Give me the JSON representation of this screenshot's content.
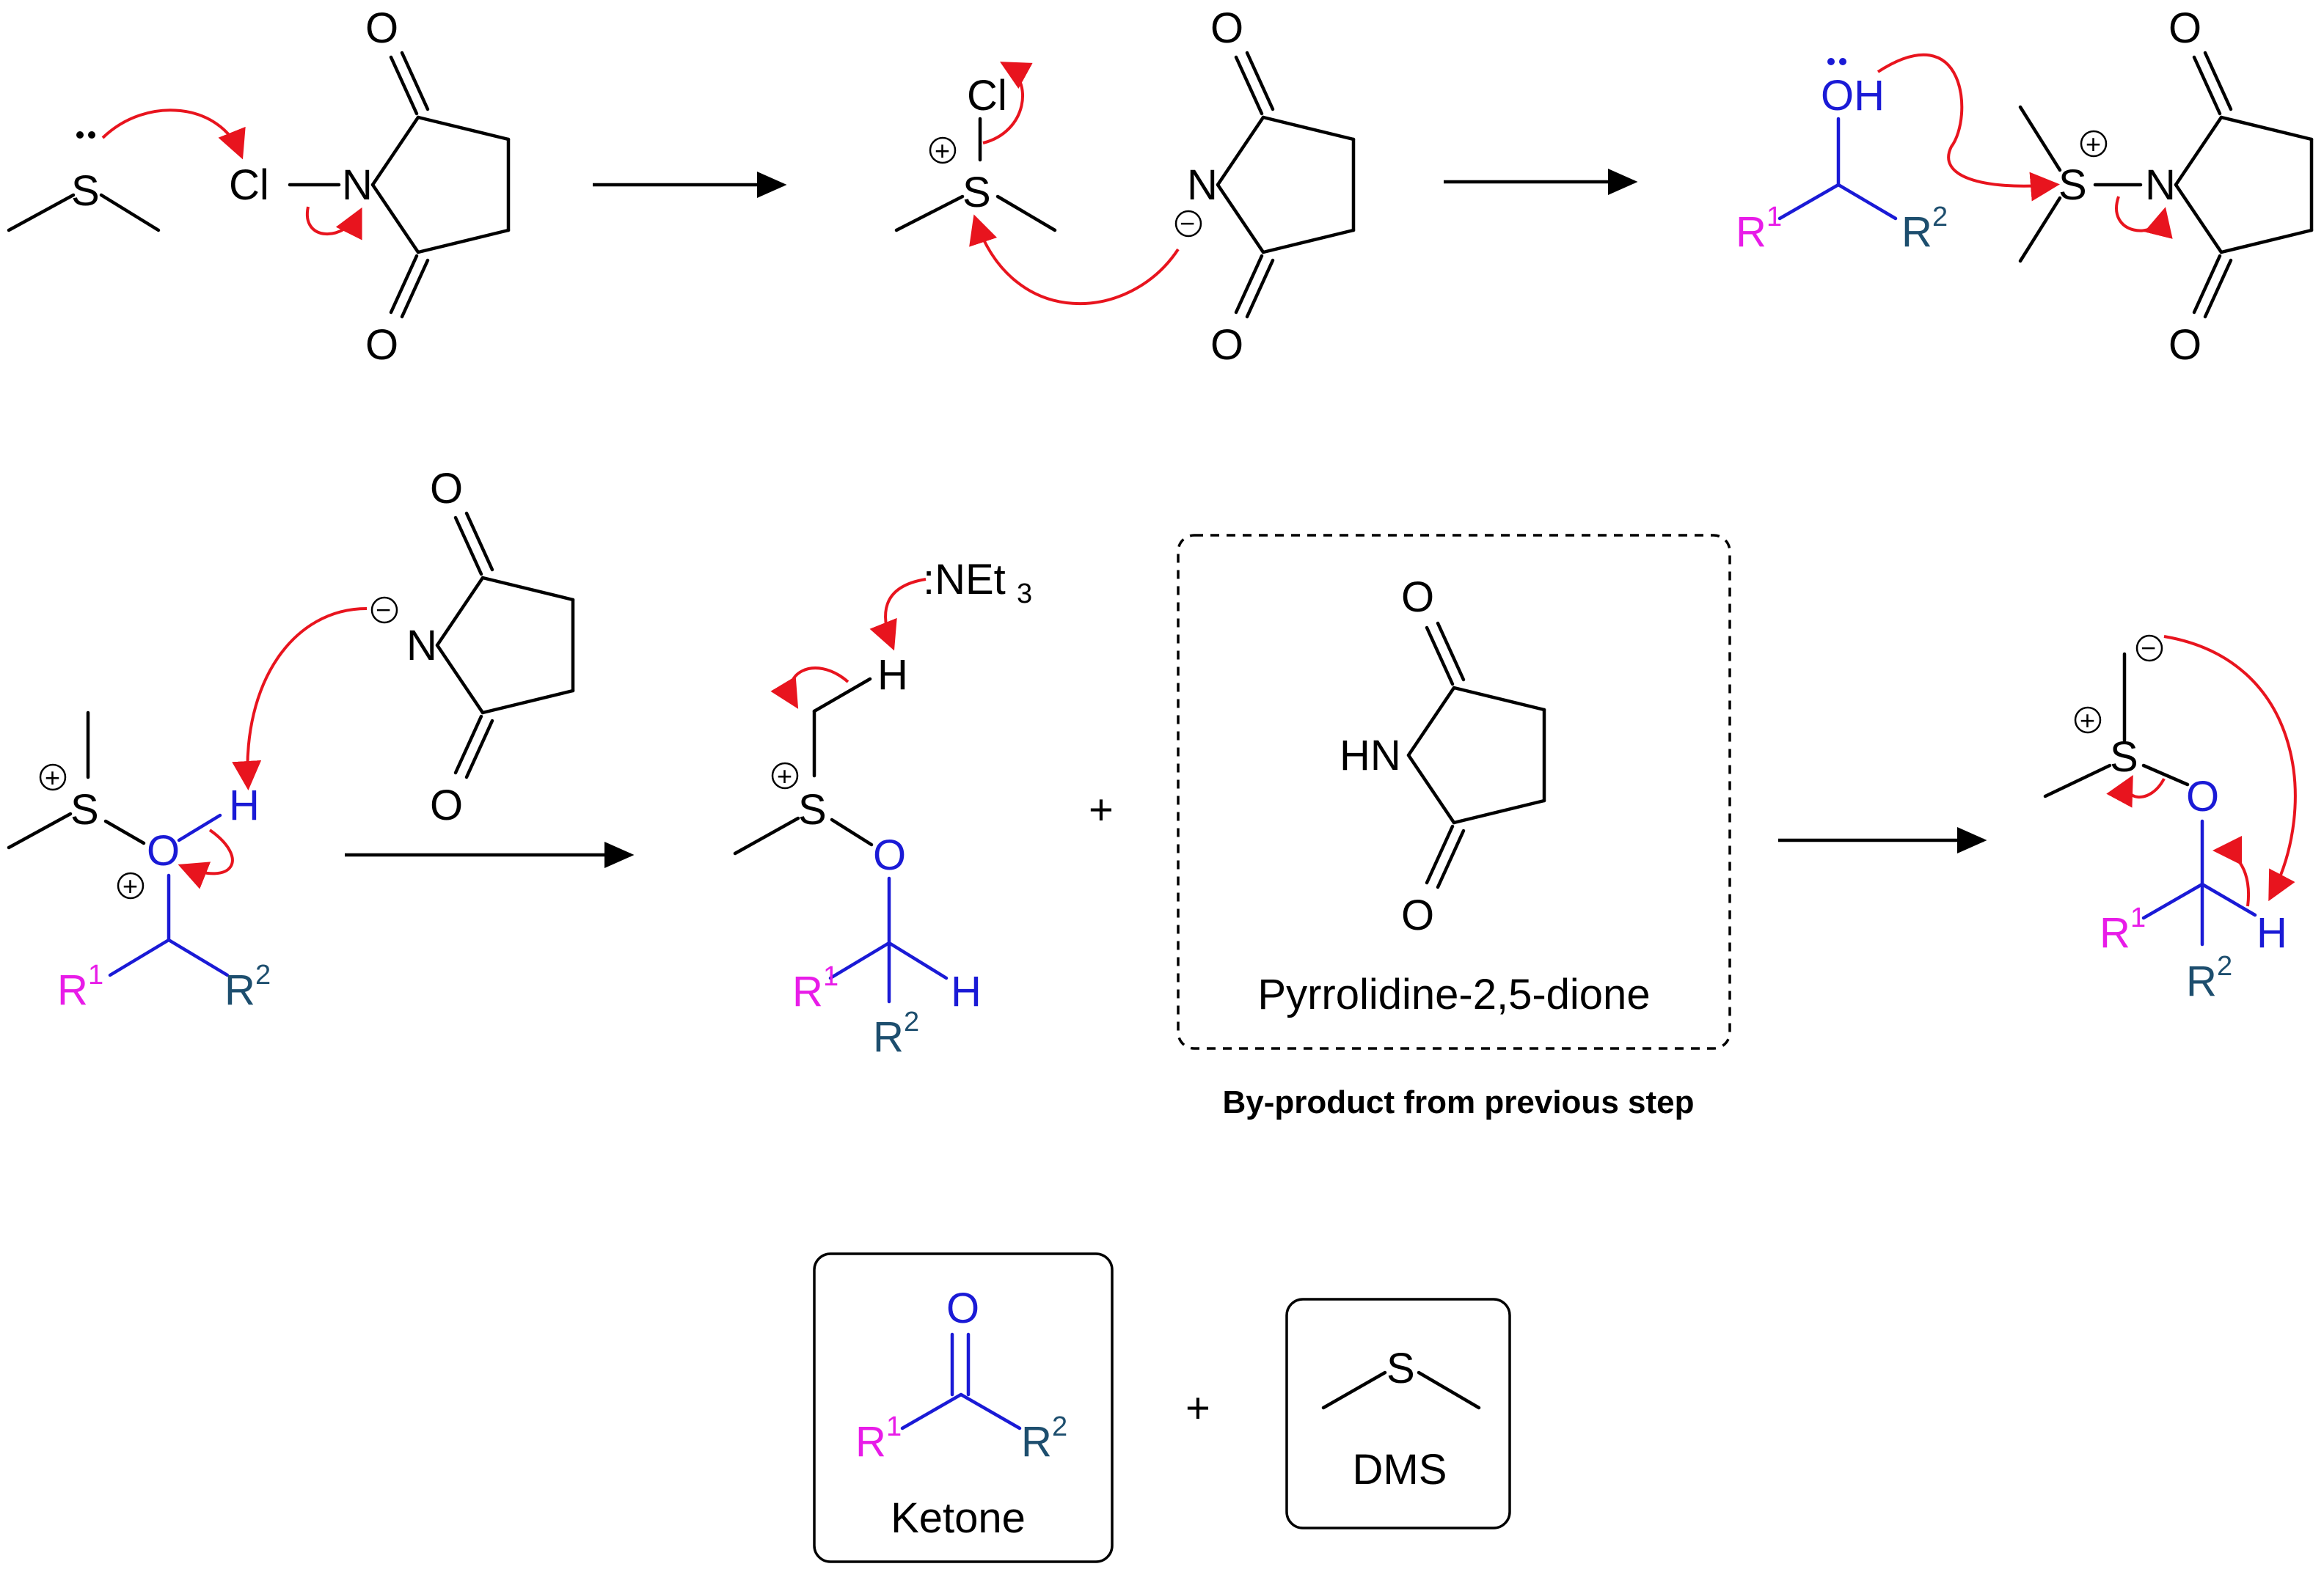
{
  "colors": {
    "black": "#000000",
    "blue": "#1a1ad6",
    "magenta": "#e81ce8",
    "teal": "#1d4e6e",
    "red": "#e8141e"
  },
  "atoms": {
    "S": "S",
    "Cl": "Cl",
    "N": "N",
    "O": "O",
    "H": "H",
    "OH": "OH",
    "HN": "HN",
    "R": "R",
    "one": "1",
    "two": "2",
    "three": "3",
    "NEt": ":NEt",
    "plus_sign": "+",
    "plus_charge": "+",
    "minus_charge": "−"
  },
  "labels": {
    "succinimide_name": "Pyrrolidine-2,5-dione",
    "byproduct_caption": "By-product from previous step",
    "ketone": "Ketone",
    "dms": "DMS"
  }
}
